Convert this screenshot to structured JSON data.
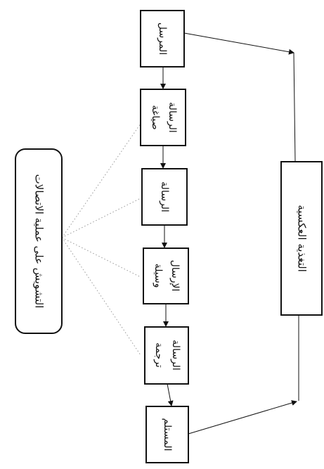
{
  "diagram": {
    "sender": "المرسل",
    "encoding": [
      "صياغة",
      "الرسالة"
    ],
    "message": "الرسالة",
    "channel": [
      "وسيلة",
      "الإرسال"
    ],
    "decoding": [
      "ترجمة",
      "الرسالة"
    ],
    "receiver": "المستلم",
    "feedback": "التغذية العكسية",
    "noise": "التشويش على عملية الاتصالات"
  },
  "colors": {
    "stroke": "#111111",
    "dotted": "#9a9a9a",
    "background": "#ffffff"
  }
}
